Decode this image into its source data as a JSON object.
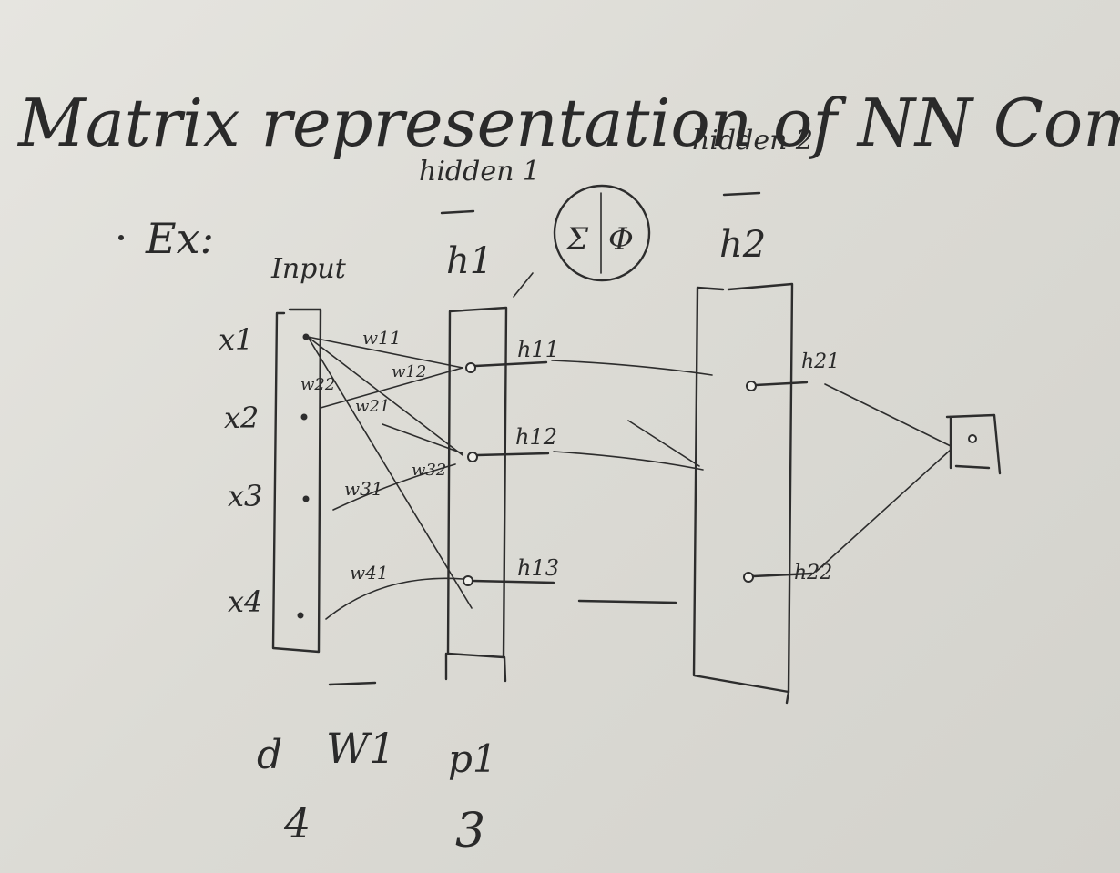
{
  "title": "Matrix representation of NN Computations",
  "example_label": "Ex:",
  "layers": {
    "input": {
      "label": "Input",
      "inputs": [
        "x1",
        "x2",
        "x3",
        "x4"
      ]
    },
    "hidden1": {
      "label": "hidden 1",
      "vector": "h1",
      "units": [
        "h11",
        "h12",
        "h13"
      ]
    },
    "hidden2": {
      "label": "hidden 2",
      "vector": "h2",
      "units": [
        "h21",
        "h22"
      ]
    }
  },
  "neuron_symbol": {
    "sum": "Σ",
    "activation": "Φ"
  },
  "weights": [
    "w11",
    "w12",
    "w21",
    "w22",
    "w31",
    "w32",
    "w41"
  ],
  "dims": {
    "d_label": "d",
    "d_value": "4",
    "w_label": "W1",
    "p_label": "p1",
    "p_value": "3"
  }
}
